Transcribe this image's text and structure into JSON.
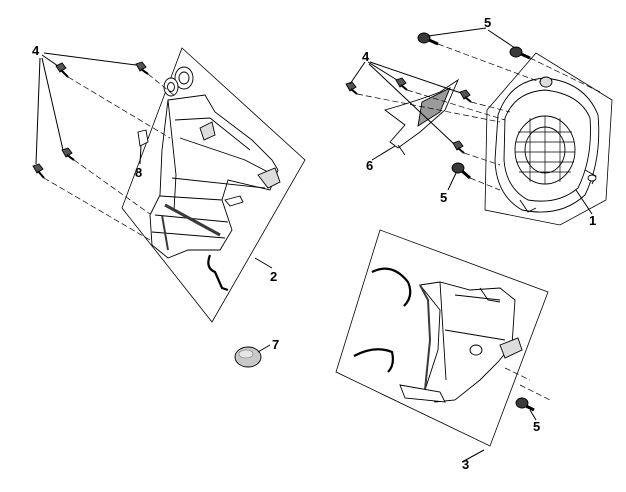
{
  "callouts": {
    "screws_left": "4",
    "screws_right": "4",
    "bolts_top": "5",
    "bolt_mid": "5",
    "bolt_bottom": "5",
    "cover_right": "1",
    "cover_left": "2",
    "cover_lower": "3",
    "plate": "6",
    "grommet": "7",
    "clip": "8"
  },
  "colors": {
    "line": "#000000",
    "part_fill": "#ffffff",
    "shade": "#9a9a9a",
    "dark": "#3a3a3a",
    "grommet": "#c8c8c8"
  }
}
